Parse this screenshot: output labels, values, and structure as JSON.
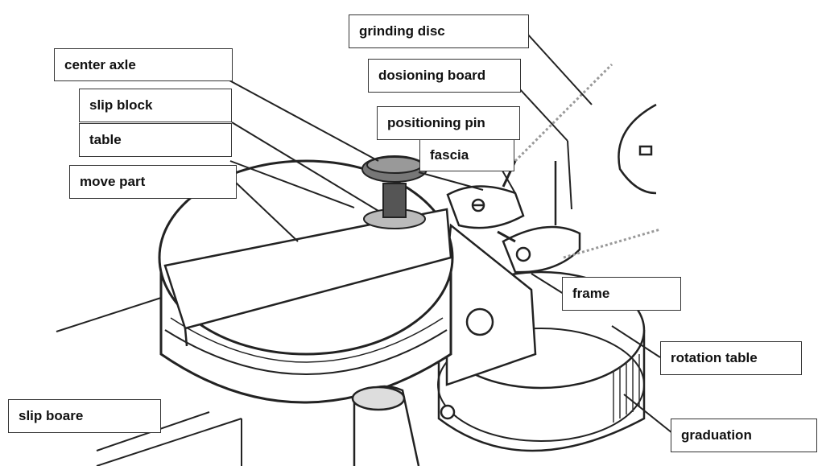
{
  "diagram": {
    "labels": {
      "grinding_disc": "grinding disc",
      "center_axle": "center axle",
      "dosioning_board": "dosioning board",
      "slip_block": "slip block",
      "positioning_pin": "positioning pin",
      "table": "table",
      "fascia": "fascia",
      "move_part": "move part",
      "frame": "frame",
      "rotation_table": "rotation table",
      "slip_boare": "slip boare",
      "graduation": "graduation"
    },
    "colors": {
      "line": "#222222",
      "box_border": "#333333",
      "paper": "#ffffff",
      "shade": "#dddddd"
    }
  }
}
